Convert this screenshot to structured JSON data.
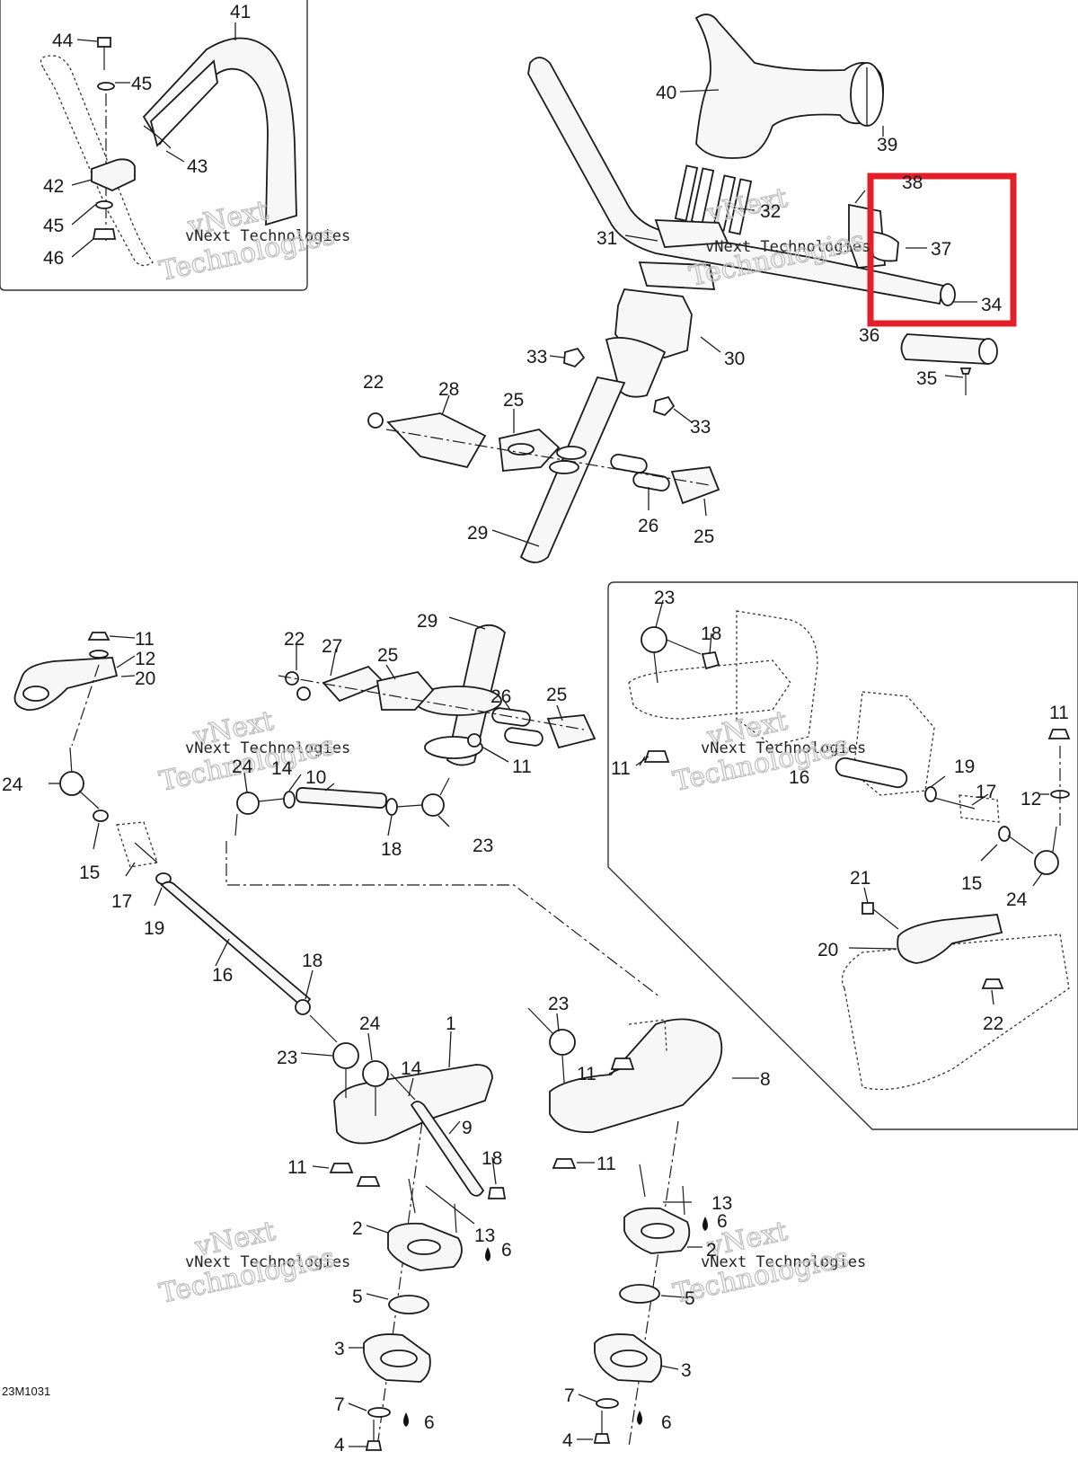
{
  "diagram": {
    "drawing_code": "23M1031",
    "watermark_lines": [
      "vNext Technologies",
      "vNext",
      "Technologies"
    ],
    "highlight_color": "#e3202a",
    "callouts": [
      {
        "id": "c44",
        "text": "44"
      },
      {
        "id": "c45a",
        "text": "45"
      },
      {
        "id": "c41",
        "text": "41"
      },
      {
        "id": "c43",
        "text": "43"
      },
      {
        "id": "c42",
        "text": "42"
      },
      {
        "id": "c45b",
        "text": "45"
      },
      {
        "id": "c46",
        "text": "46"
      },
      {
        "id": "c40",
        "text": "40"
      },
      {
        "id": "c39",
        "text": "39"
      },
      {
        "id": "c38",
        "text": "38"
      },
      {
        "id": "c32",
        "text": "32"
      },
      {
        "id": "c31",
        "text": "31"
      },
      {
        "id": "c37",
        "text": "37"
      },
      {
        "id": "c34",
        "text": "34"
      },
      {
        "id": "c36",
        "text": "36"
      },
      {
        "id": "c30",
        "text": "30"
      },
      {
        "id": "c33a",
        "text": "33"
      },
      {
        "id": "c35",
        "text": "35"
      },
      {
        "id": "c22a",
        "text": "22"
      },
      {
        "id": "c28",
        "text": "28"
      },
      {
        "id": "c25a",
        "text": "25"
      },
      {
        "id": "c33b",
        "text": "33"
      },
      {
        "id": "c29a",
        "text": "29"
      },
      {
        "id": "c26a",
        "text": "26"
      },
      {
        "id": "c25b",
        "text": "25"
      },
      {
        "id": "c23a",
        "text": "23"
      },
      {
        "id": "c18a",
        "text": "18"
      },
      {
        "id": "c11a",
        "text": "11"
      },
      {
        "id": "c12a",
        "text": "12"
      },
      {
        "id": "c20a",
        "text": "20"
      },
      {
        "id": "c29b",
        "text": "29"
      },
      {
        "id": "c22b",
        "text": "22"
      },
      {
        "id": "c27",
        "text": "27"
      },
      {
        "id": "c25c",
        "text": "25"
      },
      {
        "id": "c26b",
        "text": "26"
      },
      {
        "id": "c25d",
        "text": "25"
      },
      {
        "id": "c11b",
        "text": "11"
      },
      {
        "id": "c11c",
        "text": "11"
      },
      {
        "id": "c24a",
        "text": "24"
      },
      {
        "id": "c24b",
        "text": "24"
      },
      {
        "id": "c14a",
        "text": "14"
      },
      {
        "id": "c10",
        "text": "10"
      },
      {
        "id": "c16a",
        "text": "16"
      },
      {
        "id": "c19a",
        "text": "19"
      },
      {
        "id": "c17a",
        "text": "17"
      },
      {
        "id": "c11d",
        "text": "11"
      },
      {
        "id": "c12b",
        "text": "12"
      },
      {
        "id": "c15a",
        "text": "15"
      },
      {
        "id": "c18b",
        "text": "18"
      },
      {
        "id": "c23b",
        "text": "23"
      },
      {
        "id": "c15b",
        "text": "15"
      },
      {
        "id": "c24c",
        "text": "24"
      },
      {
        "id": "c17b",
        "text": "17"
      },
      {
        "id": "c19b",
        "text": "19"
      },
      {
        "id": "c21",
        "text": "21"
      },
      {
        "id": "c20b",
        "text": "20"
      },
      {
        "id": "c22c",
        "text": "22"
      },
      {
        "id": "c16b",
        "text": "16"
      },
      {
        "id": "c18c",
        "text": "18"
      },
      {
        "id": "c24d",
        "text": "24"
      },
      {
        "id": "c1",
        "text": "1"
      },
      {
        "id": "c23c",
        "text": "23"
      },
      {
        "id": "c23d",
        "text": "23"
      },
      {
        "id": "c8",
        "text": "8"
      },
      {
        "id": "c14b",
        "text": "14"
      },
      {
        "id": "c11e",
        "text": "11"
      },
      {
        "id": "c9",
        "text": "9"
      },
      {
        "id": "c11f",
        "text": "11"
      },
      {
        "id": "c11g",
        "text": "11"
      },
      {
        "id": "c18d",
        "text": "18"
      },
      {
        "id": "c13a",
        "text": "13"
      },
      {
        "id": "c2a",
        "text": "2"
      },
      {
        "id": "c13b",
        "text": "13"
      },
      {
        "id": "c6a",
        "text": "6"
      },
      {
        "id": "c6b",
        "text": "6"
      },
      {
        "id": "c2b",
        "text": "2"
      },
      {
        "id": "c5a",
        "text": "5"
      },
      {
        "id": "c5b",
        "text": "5"
      },
      {
        "id": "c3a",
        "text": "3"
      },
      {
        "id": "c3b",
        "text": "3"
      },
      {
        "id": "c7a",
        "text": "7"
      },
      {
        "id": "c7b",
        "text": "7"
      },
      {
        "id": "c6c",
        "text": "6"
      },
      {
        "id": "c6d",
        "text": "6"
      },
      {
        "id": "c4a",
        "text": "4"
      },
      {
        "id": "c4b",
        "text": "4"
      }
    ]
  }
}
